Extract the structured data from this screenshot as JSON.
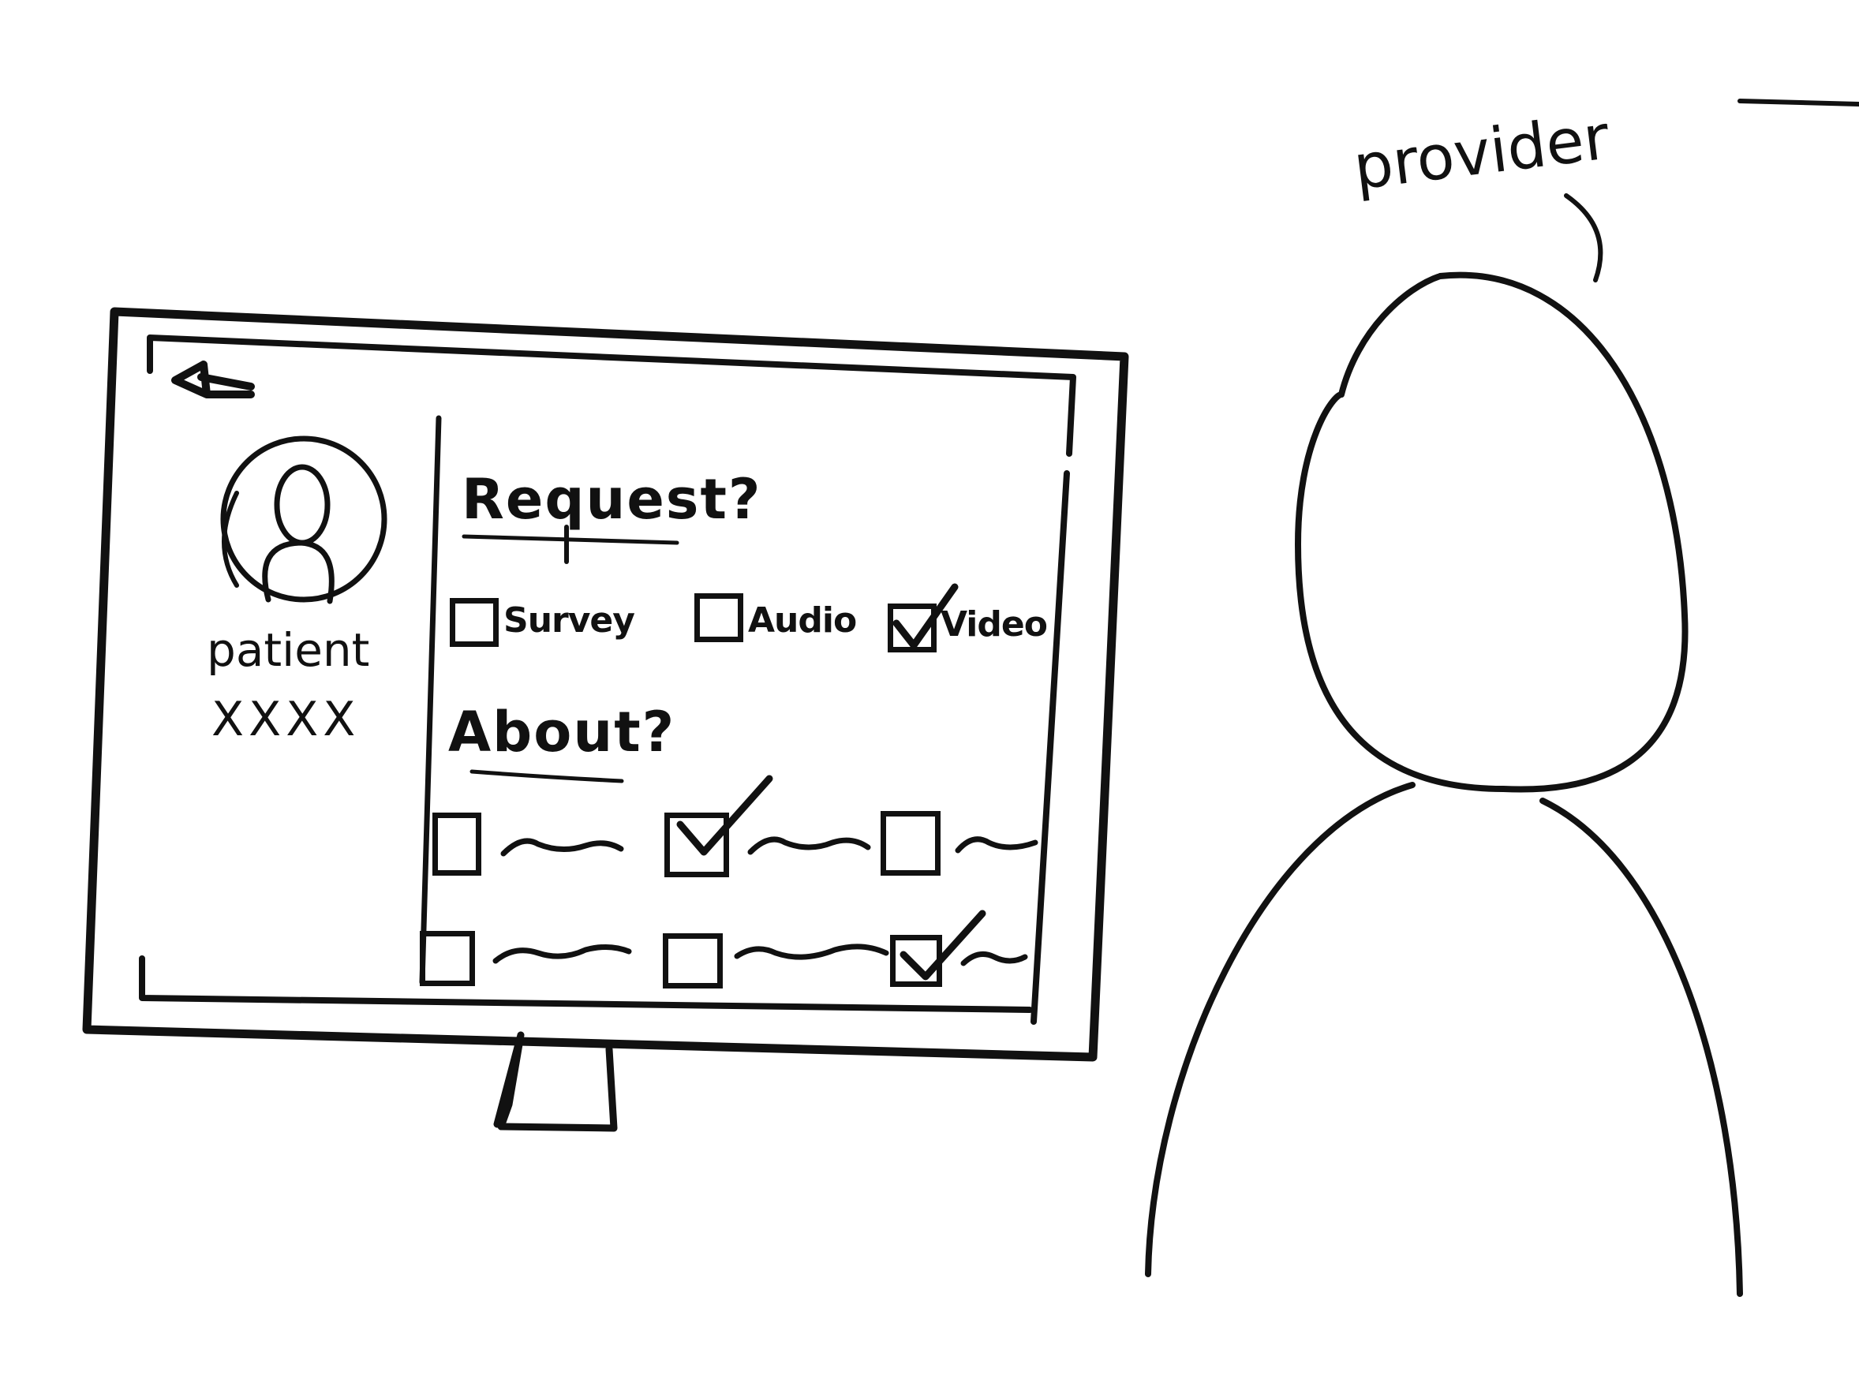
{
  "actor": {
    "label": "provider"
  },
  "screen": {
    "patient_card": {
      "title": "patient",
      "id_value": "XXXX"
    },
    "request_section": {
      "heading": "Request?",
      "options": [
        {
          "label": "Survey",
          "checked": false
        },
        {
          "label": "Audio",
          "checked": false
        },
        {
          "label": "Video",
          "checked": true
        }
      ]
    },
    "about_section": {
      "heading": "About?",
      "rows": [
        [
          {
            "checked": false
          },
          {
            "checked": true
          },
          {
            "checked": false
          }
        ],
        [
          {
            "checked": false
          },
          {
            "checked": false
          },
          {
            "checked": true
          }
        ]
      ]
    }
  },
  "colors": {
    "ink": "#111111",
    "paper": "#ffffff"
  },
  "icons": [
    "back-arrow-icon",
    "patient-avatar-icon"
  ]
}
